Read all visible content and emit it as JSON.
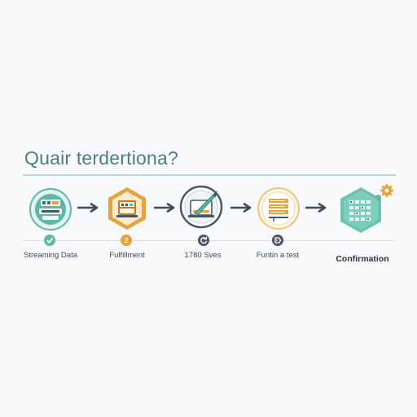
{
  "page": {
    "title": "Quair terdertiona?"
  },
  "colors": {
    "teal": "#5fb8a4",
    "orange": "#e7a23a",
    "navy": "#4a5567",
    "arrow": "#3f4a5c",
    "rule": "#bcd6d3"
  },
  "steps": [
    {
      "label": "Streaming Data",
      "icon": "data-stack-icon",
      "marker_icon": "check-icon",
      "marker_color": "#5fb8a4"
    },
    {
      "label": "Fulfillment",
      "icon": "fulfillment-box-icon",
      "marker_icon": "number-badge-icon",
      "marker_color": "#e7a23a",
      "marker_text": "2"
    },
    {
      "label": "1780 Sves",
      "icon": "rocket-icon",
      "marker_icon": "refresh-icon",
      "marker_color": "#4a5567"
    },
    {
      "label": "Funtin a test",
      "icon": "document-stack-icon",
      "marker_icon": "tag-icon",
      "marker_color": "#4a5567"
    },
    {
      "label": "Confirmation",
      "icon": "grid-hexagon-icon",
      "marker_icon": "gear-icon",
      "marker_color": "#e7a23a"
    }
  ]
}
